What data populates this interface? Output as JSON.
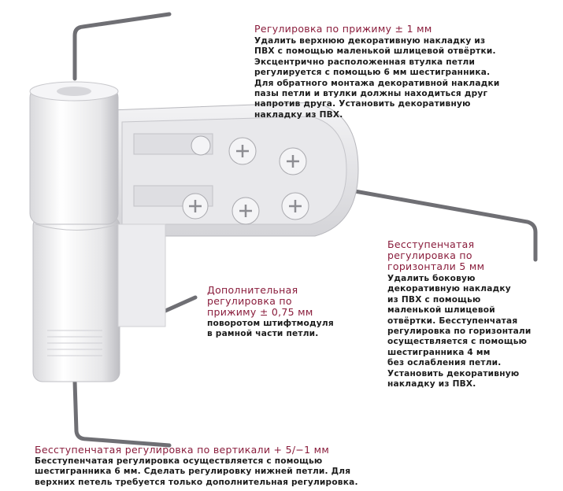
{
  "annotations": {
    "top": {
      "title": "Регулировка по прижиму  ± 1 мм",
      "lines": [
        "Удалить верхнюю декоративную накладку из",
        "ПВХ с помощью маленькой шлицевой отвёртки.",
        "Эксцентрично расположенная втулка петли",
        "регулируется с помощью 6 мм шестигранника.",
        "Для обратного монтажа декоративной накладки",
        "пазы петли и втулки должны находиться друг",
        "напротив друга. Установить декоративную",
        "накладку из ПВХ."
      ]
    },
    "right": {
      "title_lines": [
        "Бесступенчатая",
        "регулировка по",
        "горизонтали 5 мм"
      ],
      "lines": [
        "Удалить боковую",
        "декоративную накладку",
        "из ПВХ  с помощью",
        "маленькой шлицевой",
        "отвёртки. Бесступенчатая",
        "регулировка по горизонтали",
        "осуществляется с помощью",
        "шестигранника 4 мм",
        "без  ослабления петли.",
        "Установить декоративную",
        "накладку из ПВХ."
      ]
    },
    "middle": {
      "title_lines": [
        "Дополнительная",
        "регулировка по",
        "прижиму  ± 0,75 мм"
      ],
      "lines": [
        "поворотом штифтмодуля",
        "в рамной части петли."
      ]
    },
    "bottom": {
      "title": "Бесступенчатая регулировка по вертикали   + 5/−1 мм",
      "lines": [
        "Бесступенчатая регулировка осуществляется с помощью",
        "шестигранника 6 мм. Сделать регулировку нижней петли. Для",
        "верхних петель требуется только дополнительная регулировка."
      ]
    }
  },
  "colors": {
    "title": "#8a1d3c",
    "text": "#1c1c1c",
    "hex_key": "#6f6f74"
  }
}
